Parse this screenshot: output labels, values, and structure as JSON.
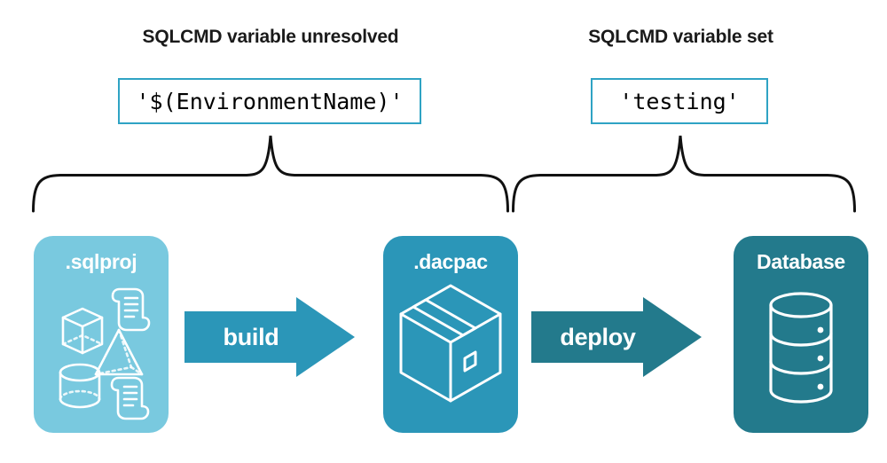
{
  "diagram": {
    "title": "SQLCMD variable resolution during build and deploy",
    "background": "#ffffff",
    "colors": {
      "box_border": "#2FA3C4",
      "sqlproj_fill": "#79C9DF",
      "dacpac_fill": "#2B96B8",
      "database_fill": "#237A8C",
      "build_arrow": "#2B96B8",
      "deploy_arrow": "#237A8C",
      "brace_stroke": "#111111",
      "heading_text": "#1a1a1a",
      "label_text": "#ffffff",
      "value_text": "#000000"
    }
  },
  "headings": [
    {
      "id": "unresolved",
      "text": "SQLCMD variable unresolved"
    },
    {
      "id": "set",
      "text": "SQLCMD variable set"
    }
  ],
  "value_boxes": [
    {
      "id": "unresolved",
      "value": "'$(EnvironmentName)'"
    },
    {
      "id": "set",
      "value": "'testing'"
    }
  ],
  "braces": [
    {
      "id": "brace-left",
      "spans": "sqlproj through build to dacpac"
    },
    {
      "id": "brace-right",
      "spans": "dacpac through deploy to database"
    }
  ],
  "artifacts": [
    {
      "id": "sqlproj",
      "label": ".sqlproj",
      "icon": "sql-project-objects-icon",
      "icon_parts": [
        "cube-icon",
        "pyramid-icon",
        "cylinder-icon",
        "script-icon",
        "script-icon"
      ]
    },
    {
      "id": "dacpac",
      "label": ".dacpac",
      "icon": "package-box-icon"
    },
    {
      "id": "database",
      "label": "Database",
      "icon": "database-cylinder-icon"
    }
  ],
  "arrows": [
    {
      "id": "build",
      "label": "build",
      "direction": "right",
      "from": ".sqlproj",
      "to": ".dacpac"
    },
    {
      "id": "deploy",
      "label": "deploy",
      "direction": "right",
      "from": ".dacpac",
      "to": "Database"
    }
  ]
}
